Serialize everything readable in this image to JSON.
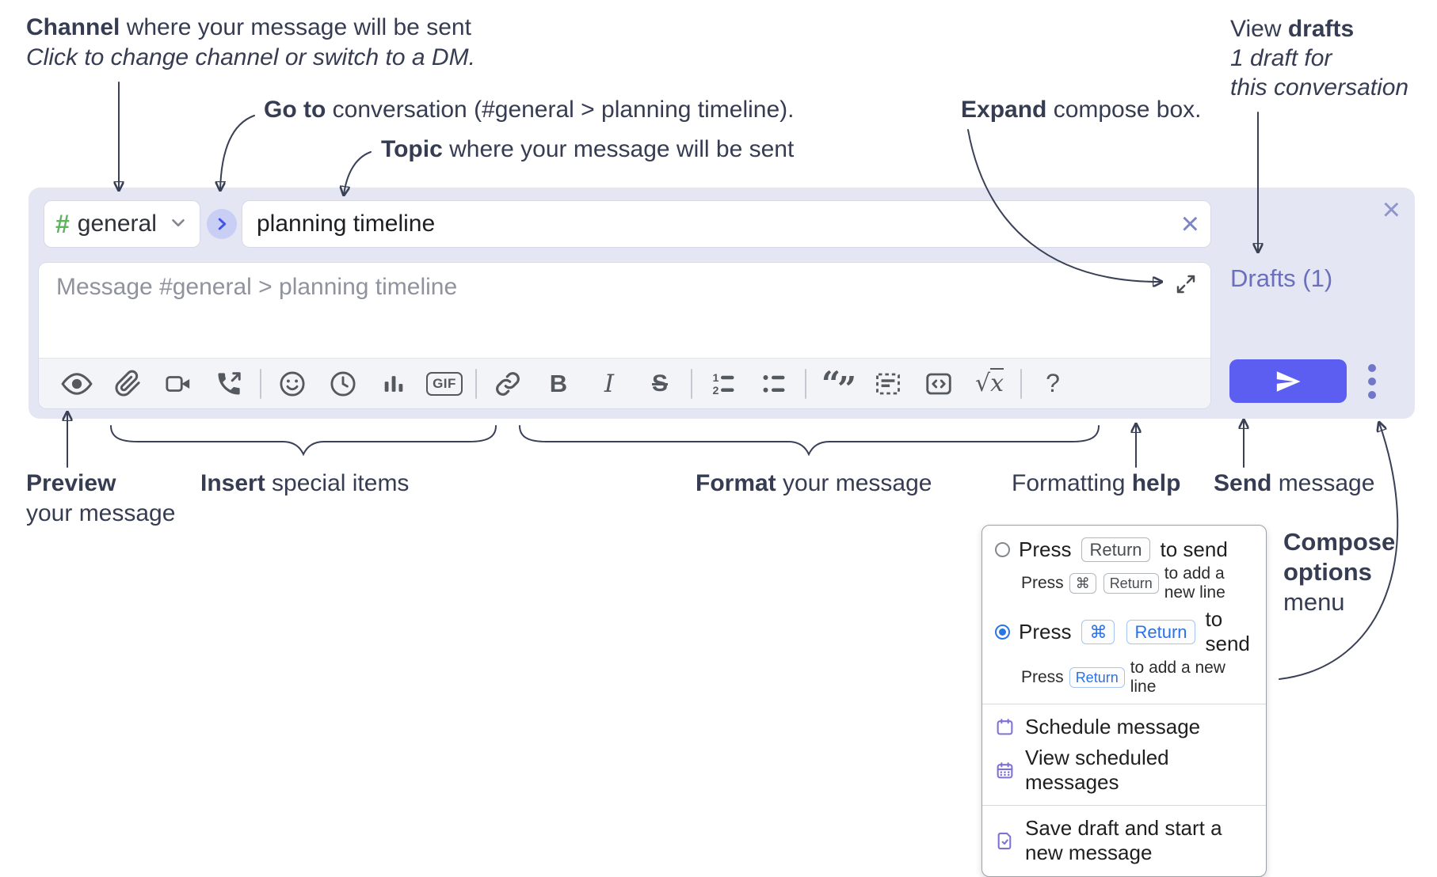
{
  "annotations": {
    "channel": {
      "bold": "Channel",
      "rest": " where your message will be sent",
      "sub": "Click to change channel or switch to a DM."
    },
    "goto": {
      "bold": "Go to",
      "rest": " conversation (#general > planning timeline)."
    },
    "topic": {
      "bold": "Topic",
      "rest": " where your message will be sent"
    },
    "expand": {
      "bold": "Expand",
      "rest": " compose box."
    },
    "drafts": {
      "pre": "View ",
      "bold": "drafts",
      "line2": "1 draft for",
      "line3": "this conversation"
    },
    "preview": {
      "bold": "Preview",
      "line2": "your message"
    },
    "insert": {
      "bold": "Insert",
      "rest": " special items"
    },
    "format": {
      "bold": "Format",
      "rest": " your message"
    },
    "help": {
      "pre": "Formatting ",
      "bold": "help"
    },
    "send": {
      "bold": "Send",
      "rest": " message"
    },
    "compose_options": {
      "bold1": "Compose",
      "bold2": "options",
      "line3": "menu"
    }
  },
  "compose": {
    "channel": {
      "hash": "#",
      "name": "general"
    },
    "topic_value": "planning timeline",
    "topic_clear": "×",
    "close": "×",
    "placeholder": "Message #general > planning timeline",
    "drafts_link": "Drafts (1)",
    "toolbar": {
      "icons": [
        "preview-eye",
        "attach-paperclip",
        "video-call",
        "audio-call",
        "emoji",
        "time",
        "poll",
        "gif",
        "link",
        "bold",
        "italic",
        "strikethrough",
        "numbered-list",
        "bulleted-list",
        "quote",
        "spoiler",
        "code",
        "math",
        "help"
      ],
      "gif": "GIF",
      "bold": "B",
      "italic": "I",
      "strike": "S",
      "ol1": "1",
      "ol2": "2",
      "quote_open": "“",
      "quote_close": "”",
      "sqrt": "√",
      "x": "x",
      "help": "?"
    }
  },
  "options_menu": {
    "option1": {
      "t1": "Press",
      "k1": "Return",
      "t2": "to send",
      "s1": "Press",
      "sk1": "⌘",
      "sk2": "Return",
      "s2": "to add a new line"
    },
    "option2": {
      "t1": "Press",
      "k1": "⌘",
      "k2": "Return",
      "t2": "to send",
      "s1": "Press",
      "sk1": "Return",
      "s2": "to add a new line"
    },
    "items": [
      {
        "label": "Schedule message"
      },
      {
        "label": "View scheduled messages"
      },
      {
        "label": "Save draft and start a new message"
      }
    ]
  },
  "colors": {
    "compose_bg": "#e4e6f3",
    "accent_send": "#5b5ef0",
    "drafts_link": "#6a70bb",
    "hash_green": "#5fb35f",
    "radio_selected": "#2b76e5",
    "menu_icon_purple": "#7e72d6",
    "annotation_text": "#363c52"
  }
}
